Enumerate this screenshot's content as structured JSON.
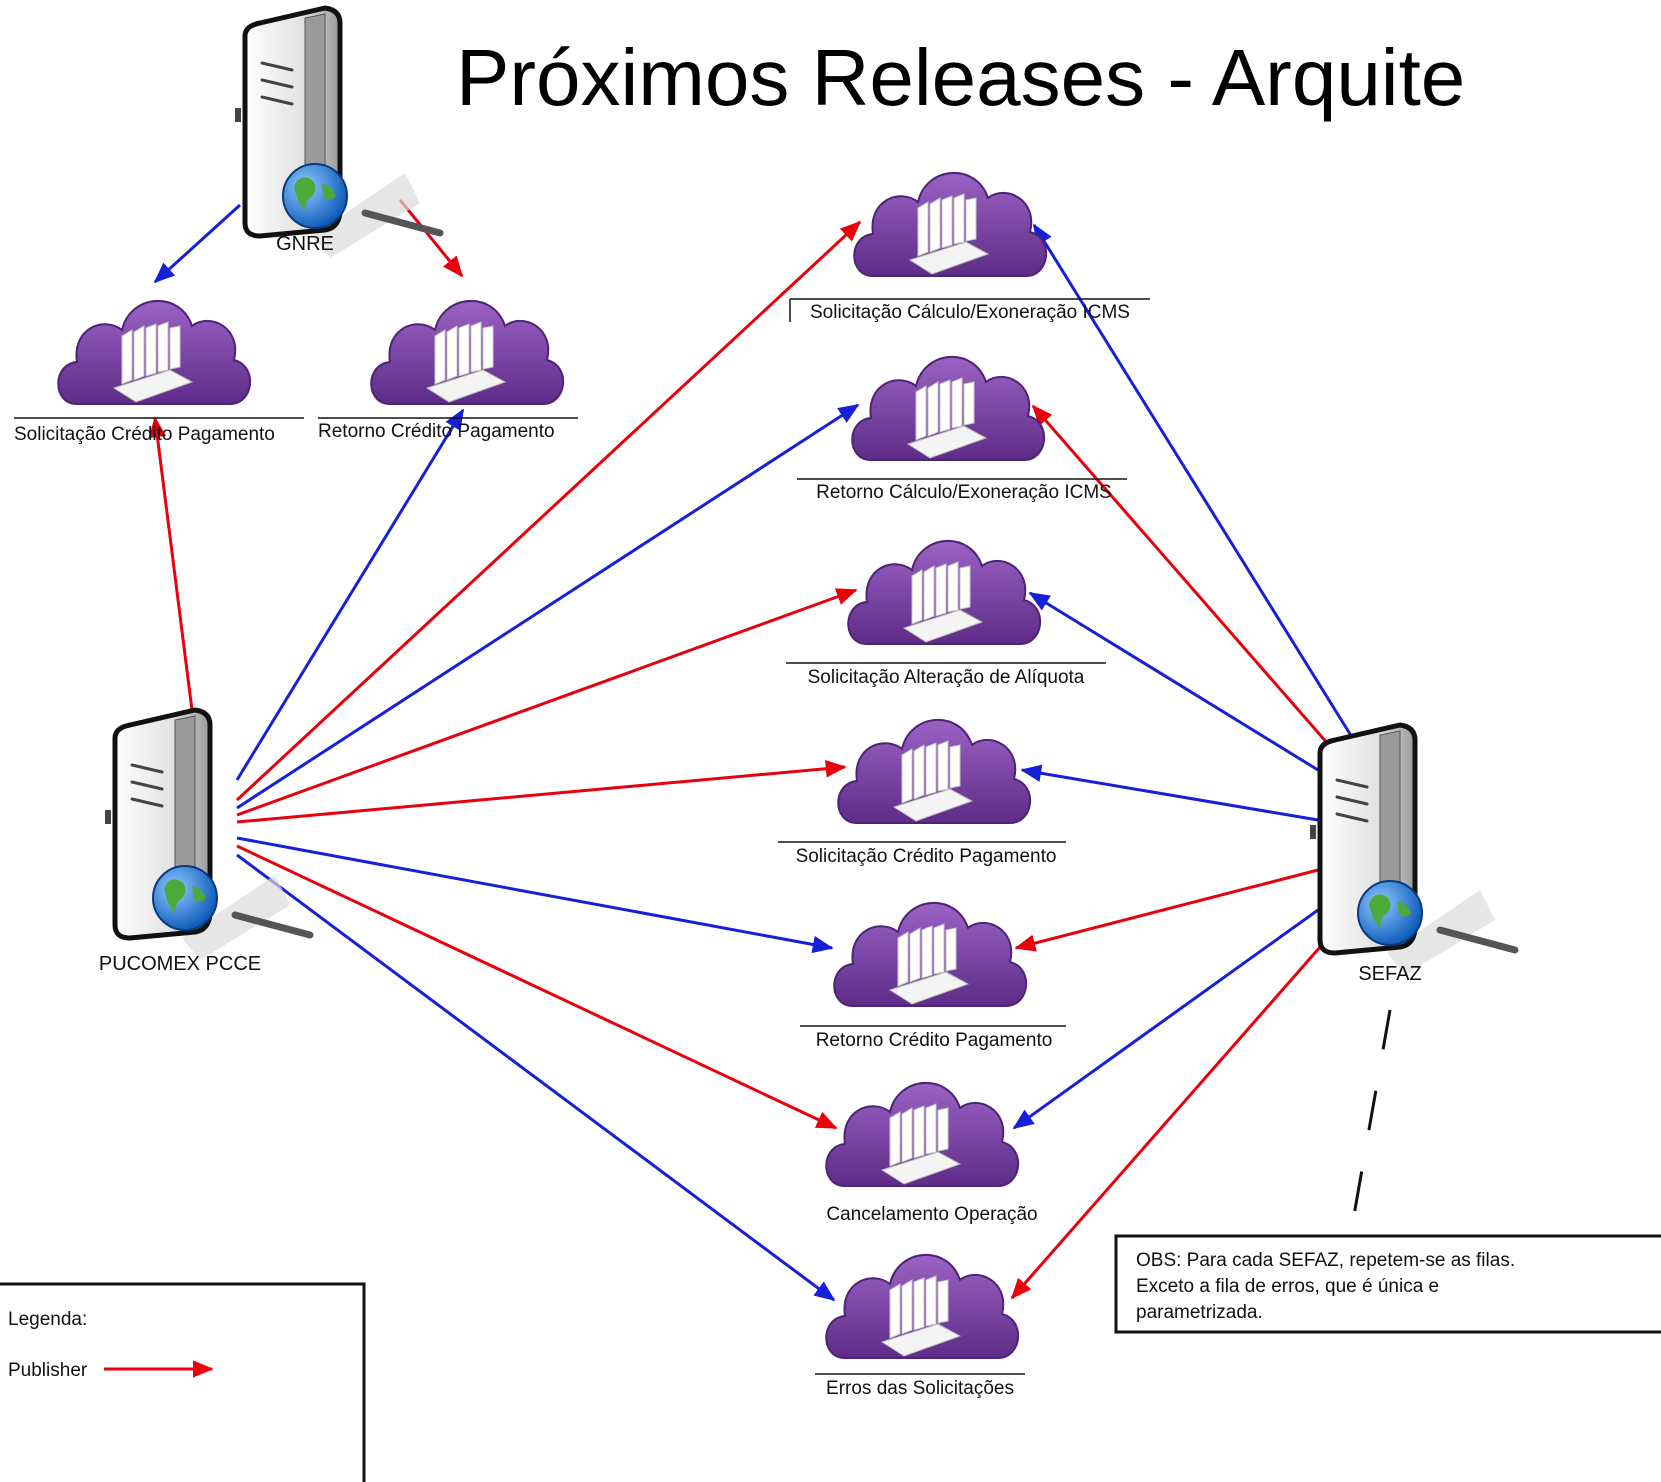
{
  "title": "Próximos Releases - Arquite",
  "servers": {
    "gnre": "GNRE",
    "pucomex": "PUCOMEX PCCE",
    "sefaz": "SEFAZ"
  },
  "queues": {
    "gnre_solicitacao": "Solicitação Crédito Pagamento",
    "gnre_retorno": "Retorno Crédito Pagamento",
    "solic_calculo_icms": "Solicitação Cálculo/Exoneração ICMS",
    "retorno_calculo_icms": "Retorno Cálculo/Exoneração ICMS",
    "solic_alteracao_aliquota": "Solicitação Alteração de Alíquota",
    "solic_credito_pagamento": "Solicitação Crédito Pagamento",
    "retorno_credito_pagamento": "Retorno Crédito Pagamento",
    "cancelamento_operacao": "Cancelamento Operação",
    "erros_solicitacoes": "Erros das Solicitações"
  },
  "legend": {
    "heading": "Legenda:",
    "publisher": "Publisher"
  },
  "note": {
    "line1": "OBS: Para cada SEFAZ, repetem-se as filas.",
    "line2": "Exceto a fila de erros, que é única e",
    "line3": "parametrizada."
  },
  "colors": {
    "publisher": "#e8000b",
    "subscriber": "#1520d8",
    "cloud": "#7a3fa0",
    "server": "#e6e6e6"
  }
}
